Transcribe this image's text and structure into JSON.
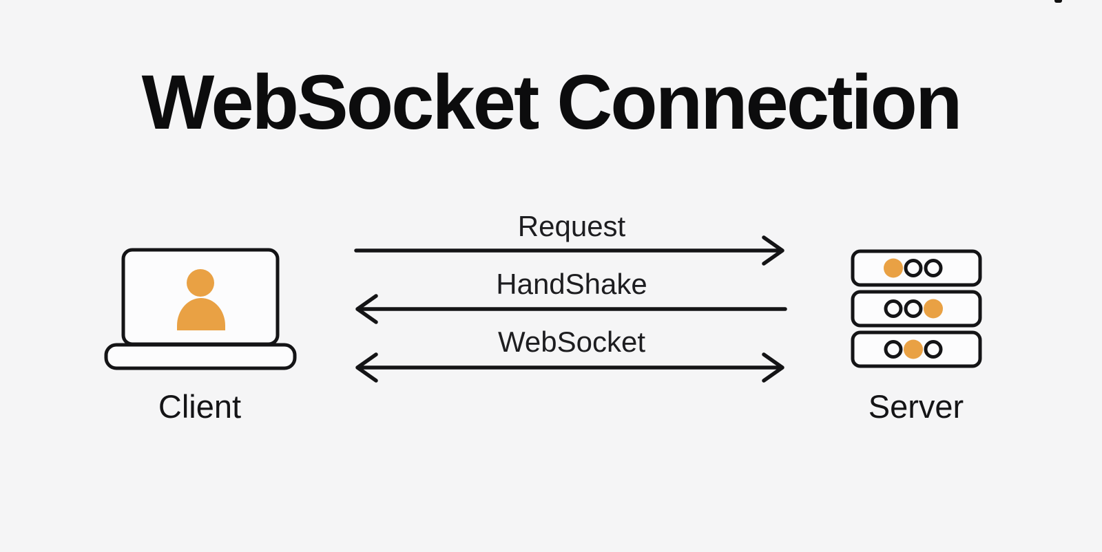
{
  "page": {
    "title": "WebSocket Connection",
    "background": "#f5f5f6"
  },
  "colors": {
    "ink": "#141416",
    "accent": "#E9A144",
    "label": "#1d1d20",
    "title": "#0c0c0d"
  },
  "diagram": {
    "client": {
      "label": "Client",
      "icon": "laptop-with-user-icon"
    },
    "server": {
      "label": "Server",
      "icon": "server-stack-icon",
      "rows": [
        {
          "leds": [
            "orange",
            "outline",
            "outline"
          ]
        },
        {
          "leds": [
            "outline",
            "outline",
            "orange"
          ]
        },
        {
          "leds": [
            "outline",
            "orange",
            "outline"
          ]
        }
      ]
    },
    "messages": [
      {
        "label": "Request",
        "direction": "right"
      },
      {
        "label": "HandShake",
        "direction": "left"
      },
      {
        "label": "WebSocket",
        "direction": "both"
      }
    ]
  }
}
